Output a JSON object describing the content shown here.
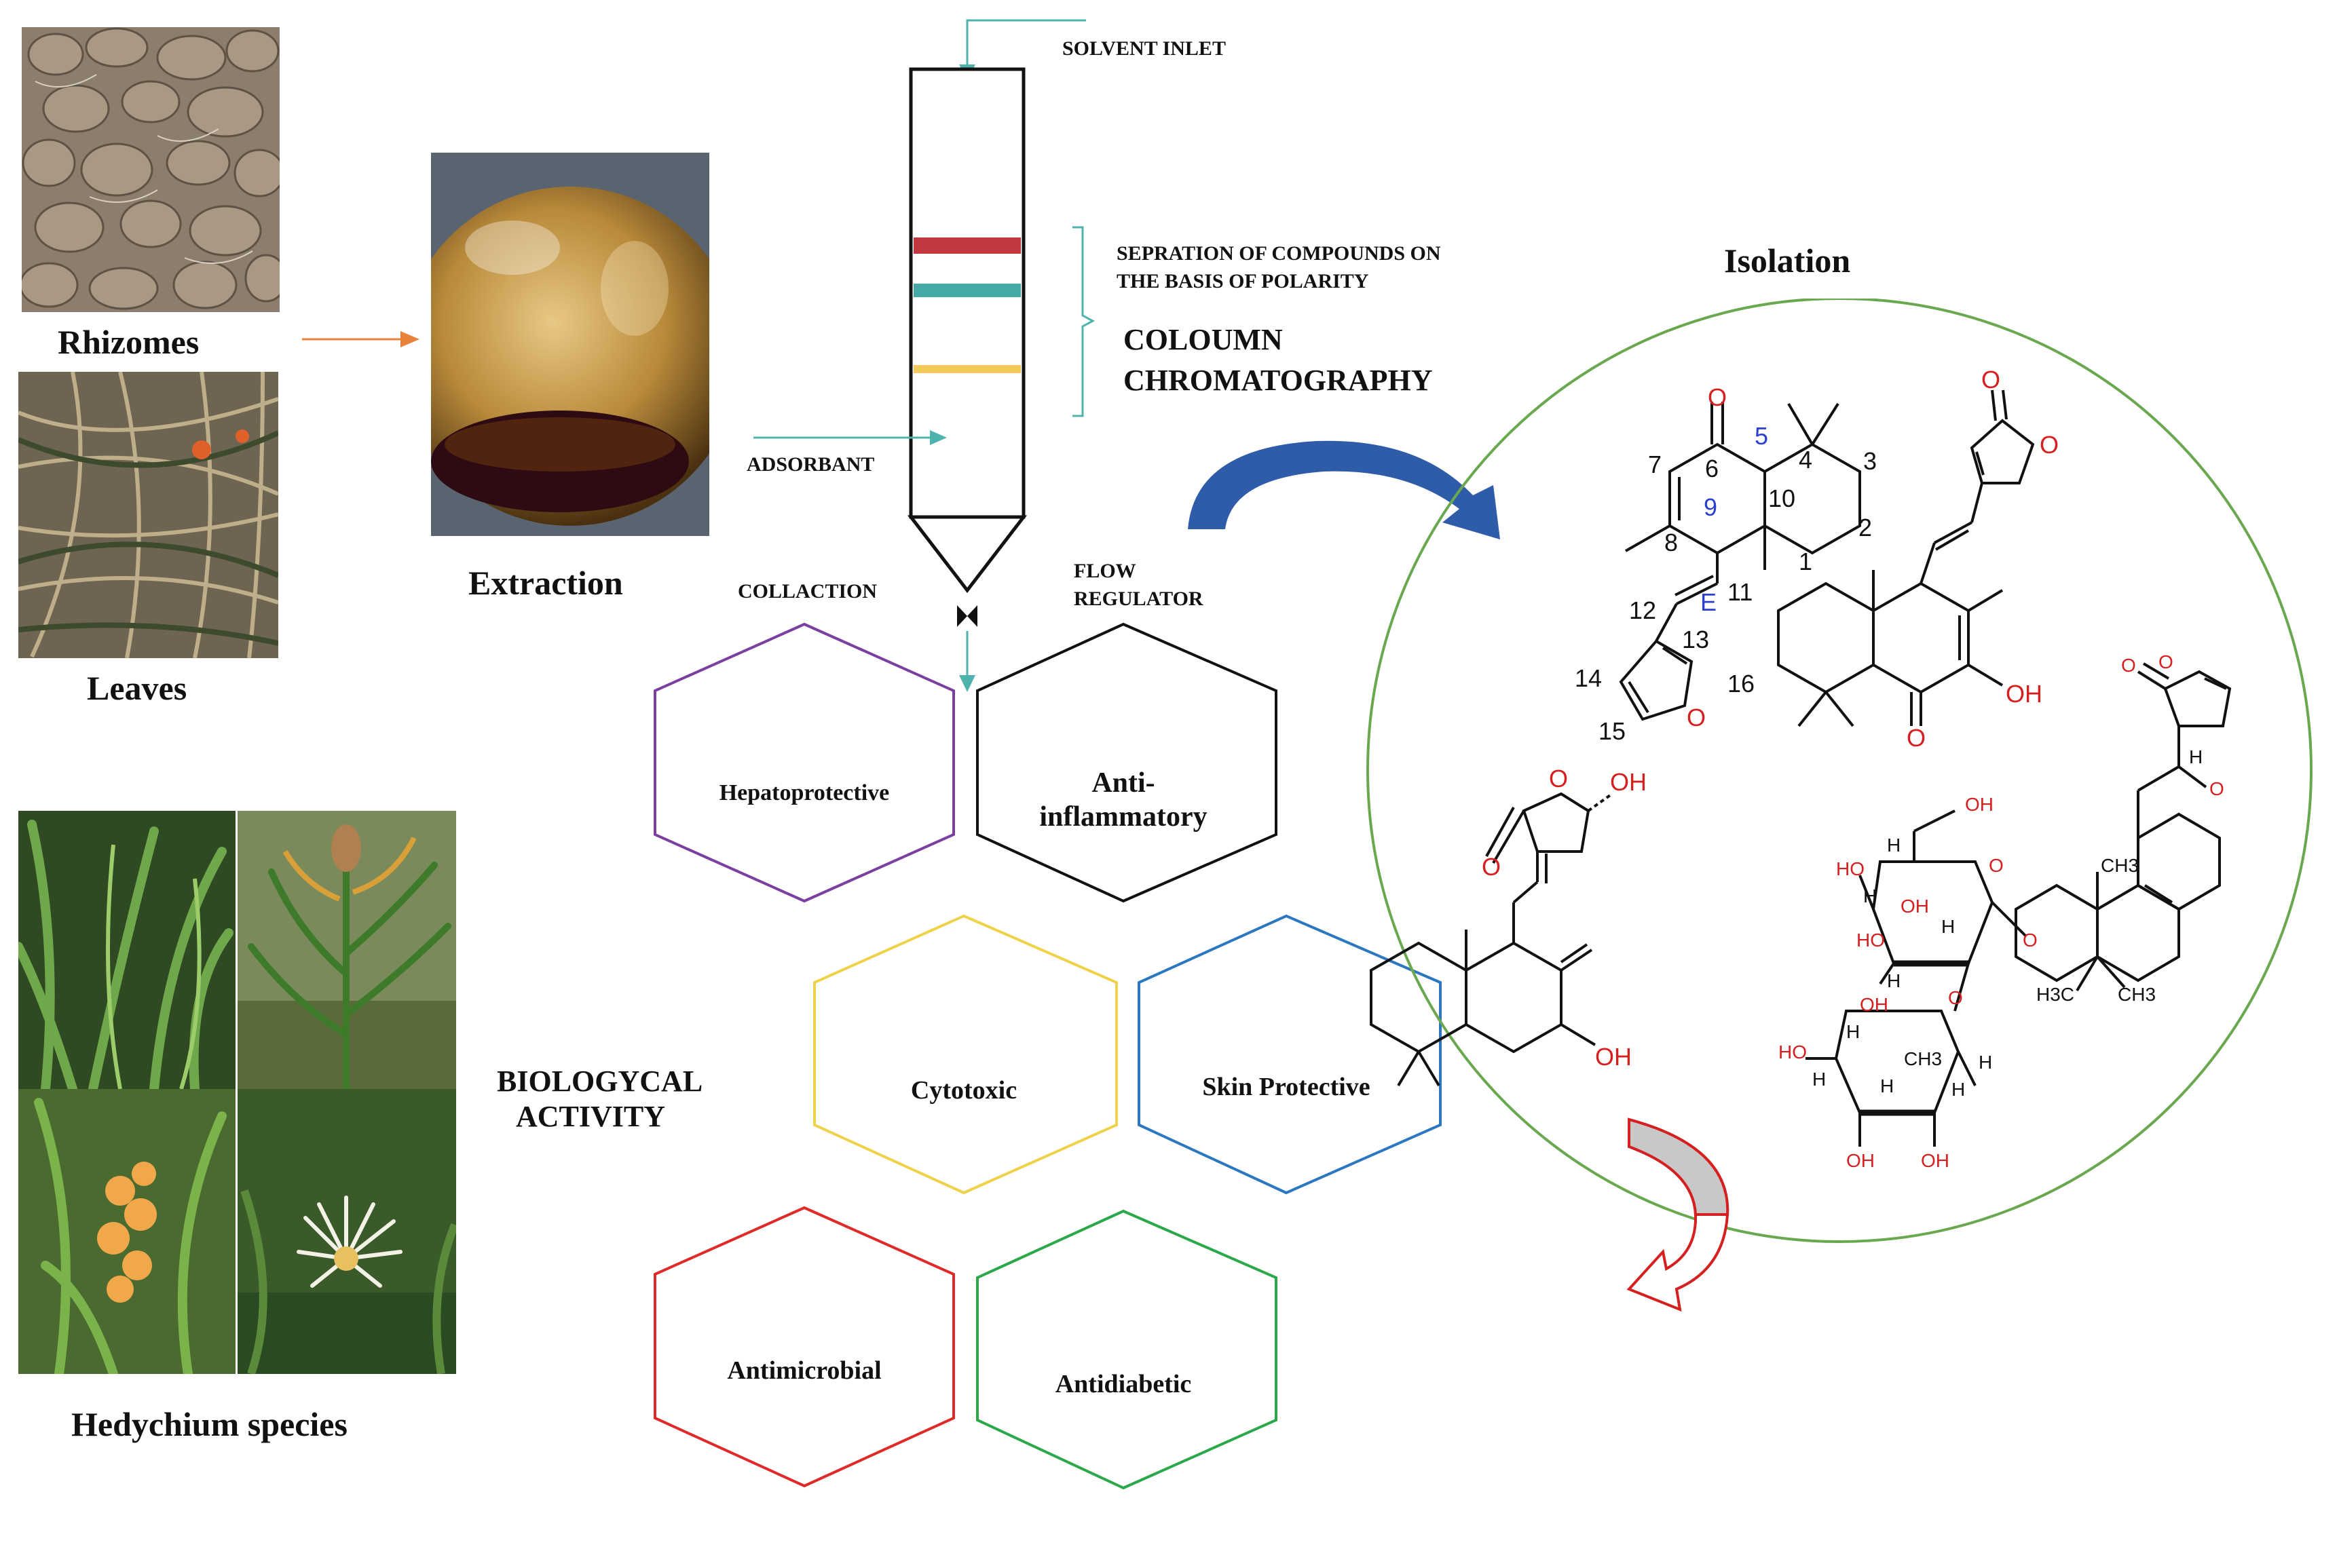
{
  "labels": {
    "rhizomes": "Rhizomes",
    "leaves": "Leaves",
    "extraction": "Extraction",
    "hedychium": "Hedychium species",
    "solvent_inlet": "SOLVENT INLET",
    "separation_line1": "SEPRATION OF COMPOUNDS ON",
    "separation_line2": "THE BASIS OF POLARITY",
    "column_line1": "COLOUMN",
    "column_line2": "CHROMATOGRAPHY",
    "adsorbant": "ADSORBANT",
    "collaction": "COLLACTION",
    "flow_line1": "FLOW",
    "flow_line2": "REGULATOR",
    "isolation": "Isolation",
    "bio_line1": "BIOLOGYCAL",
    "bio_line2": "ACTIVITY"
  },
  "activities": {
    "hepatoprotective": "Hepatoprotective",
    "anti_line1": "Anti-",
    "anti_line2": "inflammatory",
    "cytotoxic": "Cytotoxic",
    "skin": "Skin Protective",
    "antimicrobial": "Antimicrobial",
    "antidiabetic": "Antidiabetic"
  },
  "colors": {
    "teal_arrow": "#4fb3ad",
    "orange_arrow": "#e8823a",
    "band_red": "#c0393f",
    "band_teal": "#45aaa5",
    "band_yellow": "#f3c85c",
    "hex_purple": "#7b3fa0",
    "hex_black": "#111111",
    "hex_yellow": "#f0d24a",
    "hex_blue": "#2b78c0",
    "hex_red": "#e02a2a",
    "hex_green": "#2aa84a",
    "circle_green": "#6aa84f",
    "blue_arrow": "#2f5ca8",
    "hetero_red": "#d62020",
    "stereo_blue": "#2a3fd0"
  },
  "structure1": {
    "atoms": [
      "7",
      "6",
      "5",
      "4",
      "3",
      "10",
      "2",
      "9",
      "8",
      "1",
      "11",
      "12",
      "E",
      "13",
      "14",
      "16",
      "15"
    ],
    "carbonyl_o": "O",
    "furan_o": "O"
  },
  "structure2": {
    "o_labels": [
      "O",
      "O"
    ],
    "carbonyl_o": "O",
    "hydroxyl": "OH"
  },
  "structure3": {
    "carbonyl_o": "O",
    "ring_o": "O",
    "hydroxyl_top": "OH",
    "hydroxyl_bottom": "OH"
  },
  "structure4": {
    "o_labels": [
      "O",
      "O",
      "O",
      "O",
      "O",
      "O"
    ],
    "oh_labels": [
      "OH",
      "HO",
      "OH",
      "HO",
      "OH",
      "HO",
      "OH",
      "OH"
    ],
    "h_labels": [
      "H",
      "H",
      "H",
      "H",
      "H",
      "H",
      "H",
      "H",
      "H",
      "H"
    ],
    "ch3_labels": [
      "CH3",
      "CH3",
      "H3C",
      "CH3"
    ]
  }
}
